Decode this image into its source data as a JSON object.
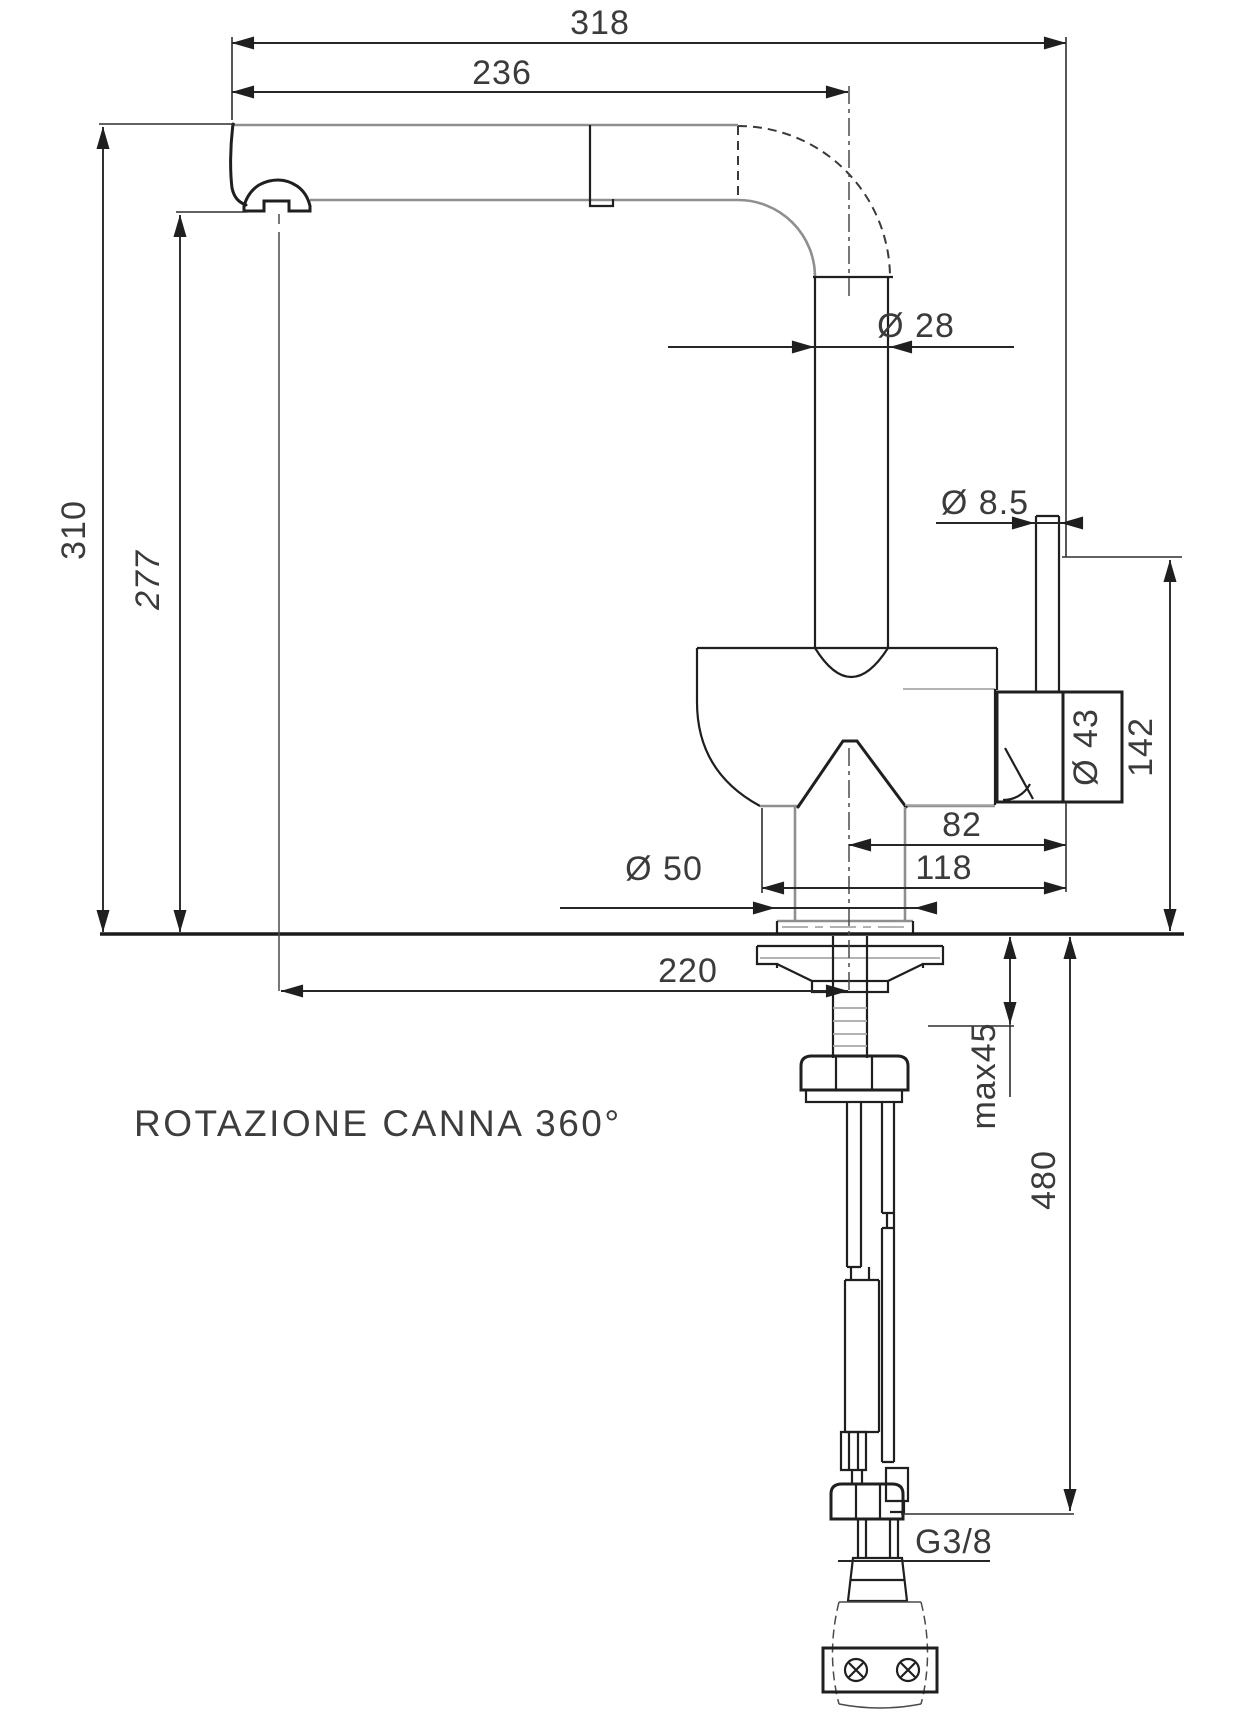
{
  "drawing": {
    "caption": "ROTAZIONE CANNA 360°",
    "dimensions": {
      "reach_total": "318",
      "reach_spout": "236",
      "spout_pipe_diameter": "Ø 28",
      "lever_rod_diameter": "Ø 8.5",
      "height_total": "310",
      "height_spout_underside": "277",
      "handle_end_diameter": "Ø 43",
      "handle_top_height": "142",
      "center_to_handle_face": "82",
      "center_to_handle_tip": "118",
      "base_flange_diameter": "Ø 50",
      "aerator_to_center": "220",
      "deck_thickness_max": "max45",
      "hose_drop_length": "480",
      "supply_thread": "G3/8"
    },
    "colors": {
      "line": "#1f1f1f",
      "secondary_line": "#8f8f8f",
      "text": "#3b3b3b",
      "background": "#ffffff"
    }
  }
}
